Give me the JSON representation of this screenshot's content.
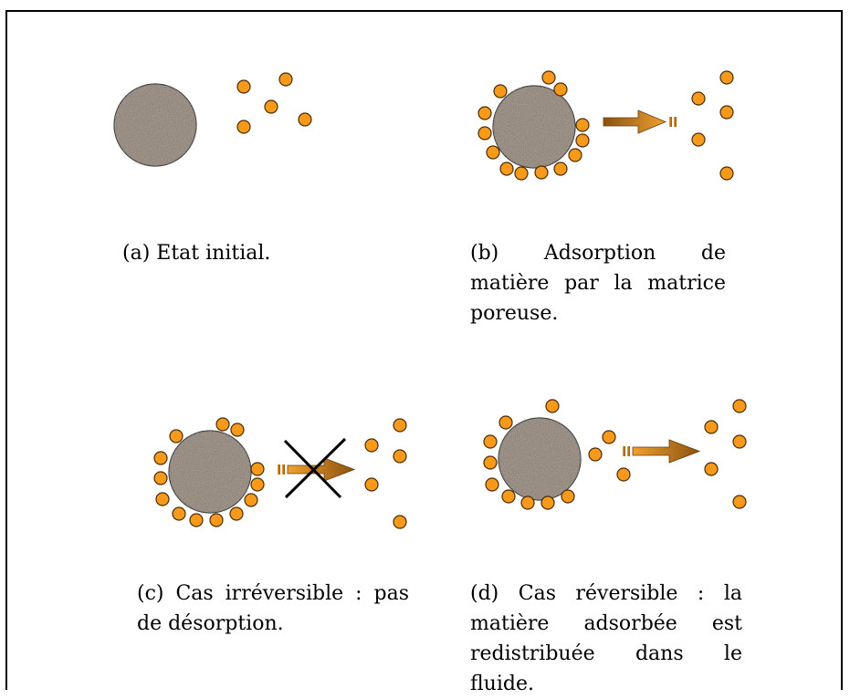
{
  "captions": {
    "a": "(a) Etat initial.",
    "b": "(b) Adsorption de matière par la matrice poreuse.",
    "c": "(c) Cas irréversible : pas de désorption.",
    "d": "(d) Cas réversible : la matière adsorbée est redistribuée dans le fluide."
  },
  "colors": {
    "particle": "#f79a1c",
    "particle_stroke": "#4a2e08",
    "matrix": "#8f8378",
    "arrow": "#c9841f",
    "cross": "#000000"
  }
}
